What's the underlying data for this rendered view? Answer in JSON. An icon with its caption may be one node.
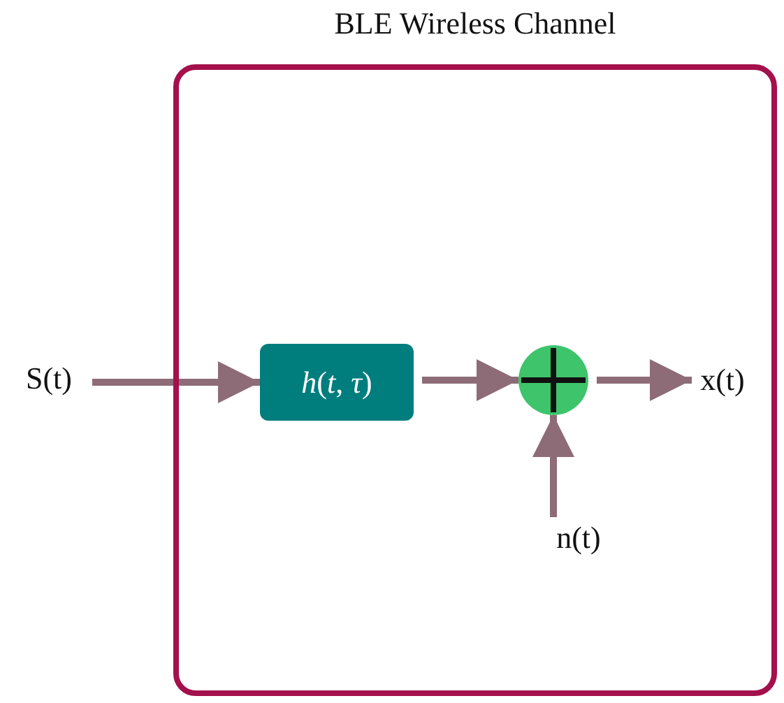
{
  "diagram": {
    "nodes": [
      {
        "text": [
          "BLE Wireless Channel"
        ]
      },
      {
        "text": [
          "S(t)"
        ]
      },
      {
        "text": [
          "*h*(*t*, *τ*)"
        ],
        "in": 0
      },
      {
        "text": [],
        "shape": "circle",
        "in": 0
      },
      {
        "text": [
          "x(t)"
        ],
        "in": 0
      },
      {
        "text": [
          "n(t)"
        ],
        "in": 0
      }
    ],
    "edges": [
      {
        "from": 1,
        "to": 2,
        "arrow": "to"
      },
      {
        "from": 2,
        "to": 3,
        "arrow": "to"
      },
      {
        "from": 3,
        "to": 4,
        "arrow": "to"
      },
      {
        "from": 5,
        "to": 3,
        "arrow": "to"
      }
    ]
  }
}
